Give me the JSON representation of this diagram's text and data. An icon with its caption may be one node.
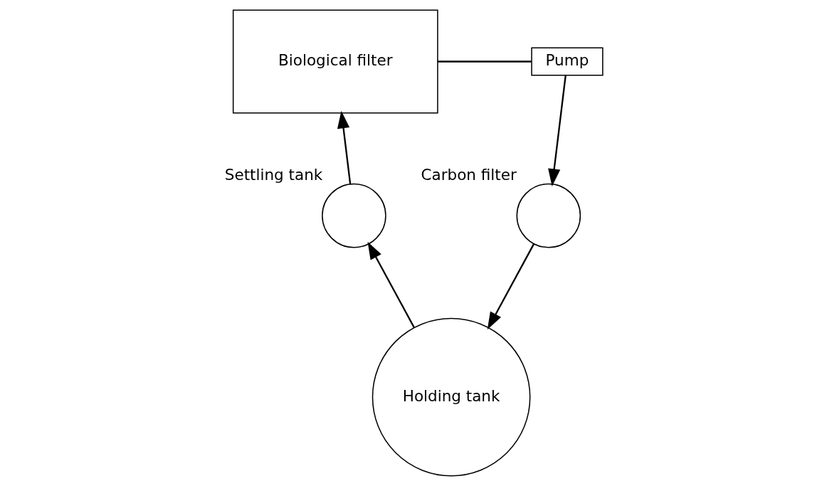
{
  "diagram": {
    "nodes": [
      {
        "text": [
          "Biological filter"
        ]
      },
      {
        "text": [
          "Pump"
        ]
      },
      {
        "text": [],
        "shape": "circle",
        "beside": [
          "Carbon filter"
        ]
      },
      {
        "text": [
          "Holding tank"
        ]
      },
      {
        "text": [],
        "shape": "circle",
        "beside": [
          "Settling tank"
        ]
      }
    ],
    "edges": [
      {
        "from": 0,
        "to": 1,
        "arrow": "none"
      },
      {
        "from": 1,
        "to": 2,
        "arrow": "to"
      },
      {
        "from": 2,
        "to": 3,
        "arrow": "to"
      },
      {
        "from": 3,
        "to": 4,
        "arrow": "to"
      },
      {
        "from": 4,
        "to": 0,
        "arrow": "to"
      }
    ]
  }
}
